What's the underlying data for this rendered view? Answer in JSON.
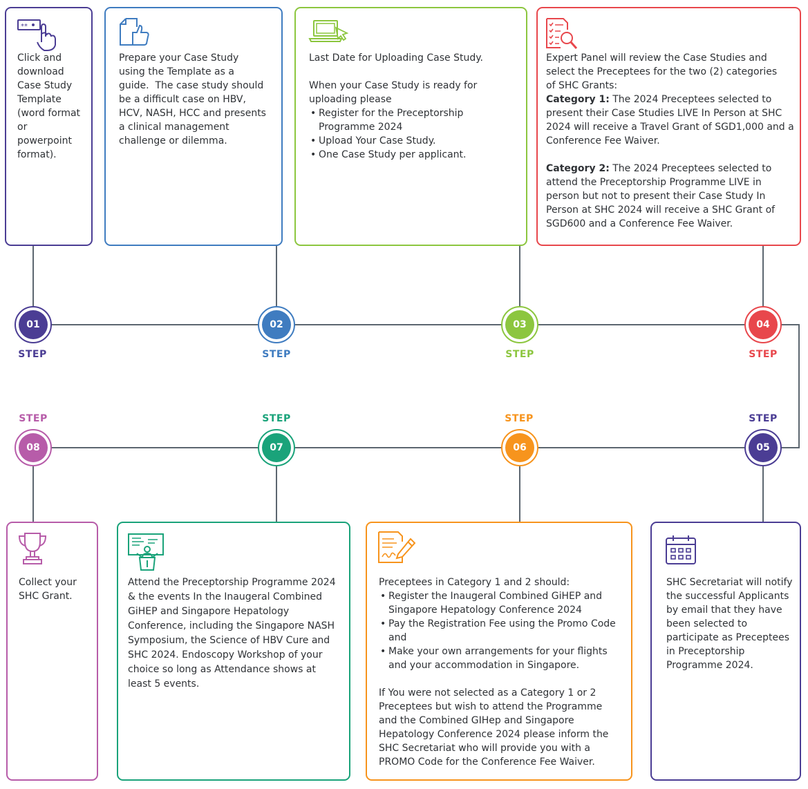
{
  "colors": {
    "s1": "#4b3d94",
    "s2": "#3f7cc0",
    "s3": "#8cc63f",
    "s4": "#e8474c",
    "s5": "#4b3d94",
    "s6": "#f7941d",
    "s7": "#1aa37a",
    "s8": "#b75ca9",
    "line": "#5c6670"
  },
  "steps": [
    {
      "number": "01",
      "label": "STEP",
      "icon": "password-click-icon",
      "lines": [
        "Click and",
        "download",
        "Case Study",
        "Template",
        "(word format",
        "or",
        "powerpoint",
        "format)."
      ]
    },
    {
      "number": "02",
      "label": "STEP",
      "icon": "document-thumbs-up-icon",
      "lines": [
        "Prepare your Case Study",
        "using the Template as a",
        "guide.  The case study should",
        "be a difficult case on HBV,",
        "HCV, NASH, HCC and presents",
        "a clinical management",
        "challenge or dilemma."
      ]
    },
    {
      "number": "03",
      "label": "STEP",
      "icon": "laptop-upload-icon",
      "intro": "Last Date for Uploading Case Study.",
      "lead": [
        "When your Case Study is ready for",
        "uploading please"
      ],
      "bullets": [
        [
          "Register for the Preceptorship",
          "Programme 2024"
        ],
        [
          "Upload Your Case Study."
        ],
        [
          "One Case Study per applicant."
        ]
      ]
    },
    {
      "number": "04",
      "label": "STEP",
      "icon": "checklist-search-icon",
      "intro": [
        "Expert Panel will review the Case Studies and",
        "select the Preceptees for the two (2) categories",
        "of SHC Grants:"
      ],
      "cat1_label": "Category 1:",
      "cat1_lines": [
        " The 2024 Preceptees selected to",
        "present their Case Studies LIVE In Person at SHC",
        "2024 will receive a Travel Grant of SGD1,000 and a",
        "Conference Fee Waiver."
      ],
      "cat2_label": "Category 2:",
      "cat2_lines": [
        " The 2024 Preceptees selected to",
        "attend the Preceptorship Programme LIVE in",
        "person but not to present their Case Study In",
        "Person at SHC 2024 will receive a SHC Grant of",
        "SGD600 and a Conference Fee Waiver."
      ]
    },
    {
      "number": "05",
      "label": "STEP",
      "icon": "calendar-icon",
      "lines": [
        "SHC Secretariat will notify",
        "the successful Applicants",
        "by email that they have",
        "been selected to",
        "participate as Preceptees",
        "in Preceptorship",
        "Programme 2024."
      ]
    },
    {
      "number": "06",
      "label": "STEP",
      "icon": "document-signing-icon",
      "lead": "Preceptees in Category 1 and 2 should:",
      "bullets": [
        [
          "Register the Inaugeral Combined GiHEP and",
          "Singapore Hepatology Conference 2024"
        ],
        [
          "Pay the Registration Fee using the Promo Code",
          "and"
        ],
        [
          "Make your own arrangements for your flights",
          "and your accommodation in Singapore."
        ]
      ],
      "outro": [
        "If You were not selected as a Category 1 or 2",
        "Preceptees but wish to attend the Programme",
        "and the Combined GIHep and Singapore",
        "Hepatology Conference 2024 please inform the",
        "SHC Secretariat who will provide you with a",
        "PROMO Code for the Conference Fee Waiver."
      ]
    },
    {
      "number": "07",
      "label": "STEP",
      "icon": "presenter-icon",
      "lines": [
        "Attend the Preceptorship Programme 2024",
        "& the events In the Inaugeral Combined",
        "GiHEP and Singapore Hepatology",
        "Conference, including the Singapore NASH",
        "Symposium, the Science of HBV Cure and",
        "SHC 2024. Endoscopy Workshop of your",
        "choice so long as Attendance shows at",
        "least 5 events."
      ]
    },
    {
      "number": "08",
      "label": "STEP",
      "icon": "trophy-icon",
      "lines": [
        "Collect your",
        "SHC Grant."
      ]
    }
  ]
}
